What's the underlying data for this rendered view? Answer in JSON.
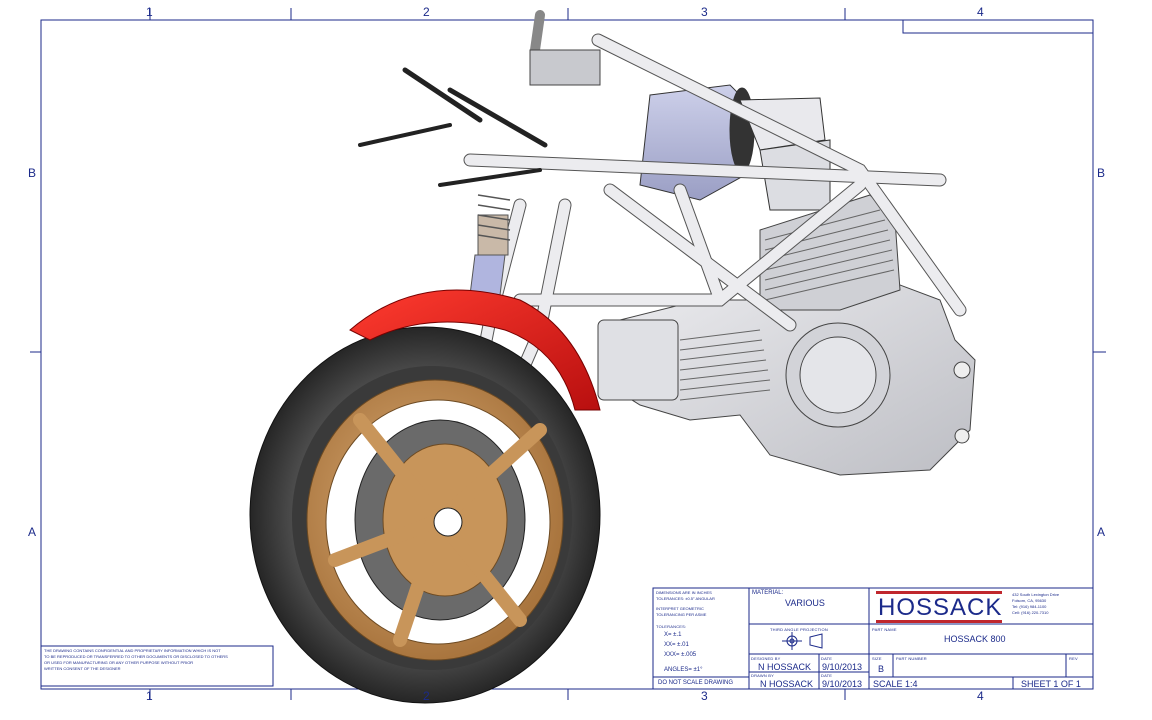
{
  "sheet": {
    "zones_top": [
      "1",
      "2",
      "3",
      "4"
    ],
    "zones_bottom": [
      "1",
      "2",
      "3",
      "4"
    ],
    "zones_left": [
      "B",
      "A"
    ],
    "zones_right": [
      "B",
      "A"
    ]
  },
  "colors": {
    "border": "#1b2a8a",
    "fender": "#d31b1b",
    "wheel": "#c8955a",
    "tire": "#3a3a3a",
    "frame": "#e8e8ea",
    "engine": "#d8d9dd",
    "tank": "#b8bcd8",
    "logo_bar": "#c0272d"
  },
  "notes": {
    "left_text": "THE DRAWING CONTAINS CONFIDENTIAL AND PROPRIETARY INFORMATION WHICH IS NOT\nTO BE REPRODUCED OR TRANSFERRED TO OTHER DOCUMENTS OR DISCLOSED TO OTHERS\nOR USED FOR MANUFACTURING OR ANY OTHER PURPOSE WITHOUT PRIOR\nWRITTEN CONSENT OF THE DESIGNER"
  },
  "title_block": {
    "dims_note": "DIMENSIONS ARE IN INCHES\nTOLERANCES: ±0.5° ANGULAR",
    "interpret_note": "INTERPRET GEOMETRIC\nTOLERANCING PER ASME",
    "tolerances_label": "TOLERANCES:",
    "tol_x": "X= ±.1",
    "tol_xx": "XX= ±.01",
    "tol_xxx": "XXX= ±.005",
    "angles": "ANGLES= ±1°",
    "do_not_scale": "DO NOT SCALE DRAWING",
    "material_label": "MATERIAL:",
    "material_value": "VARIOUS",
    "projection_label": "THIRD ANGLE PROJECTION",
    "designed_by_label": "DESIGNED BY",
    "designed_by": "N HOSSACK",
    "designed_date": "9/10/2013",
    "drawn_by_label": "DRAWN BY",
    "drawn_by": "N HOSSACK",
    "drawn_date": "9/10/2013",
    "date_label": "DATE",
    "company": "HOSSACK",
    "address": "432 South Lexington Drive\nFolsom, CA, 95630\nTel: (916) 984-1100\nCell: (916) 220-7310",
    "part_name_label": "PART NAME",
    "part_name": "HOSSACK 800",
    "size_label": "SIZE",
    "size": "B",
    "part_number_label": "PART NUMBER",
    "rev_label": "REV",
    "scale": "SCALE 1:4",
    "sheet": "SHEET 1 OF 1"
  }
}
